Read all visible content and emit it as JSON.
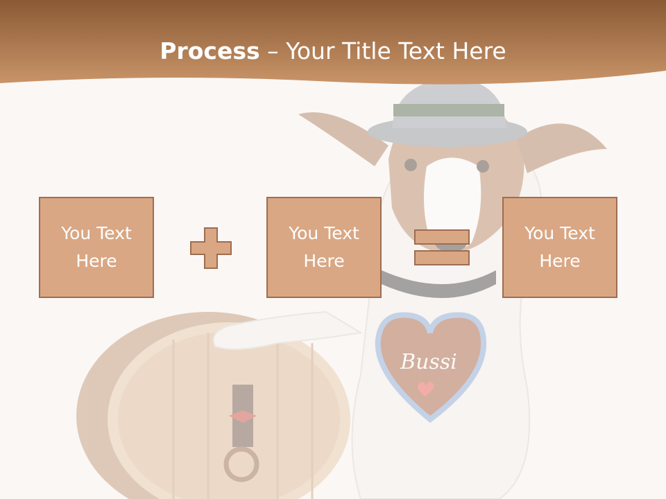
{
  "slide": {
    "title_bold": "Process",
    "title_rest": " – Your Title Text Here",
    "boxes": [
      {
        "text": "You Text Here"
      },
      {
        "text": "You Text Here"
      },
      {
        "text": "You Text Here"
      }
    ],
    "operators": [
      "plus-icon",
      "equals-icon"
    ]
  },
  "colors": {
    "header_dark": "#8a5a35",
    "header_light": "#c99468",
    "box_fill": "#d9a784",
    "box_border": "#9e6d4f",
    "background": "#fbf7f4"
  },
  "background_image": {
    "gingerbread_heart_text": "Bussi"
  }
}
